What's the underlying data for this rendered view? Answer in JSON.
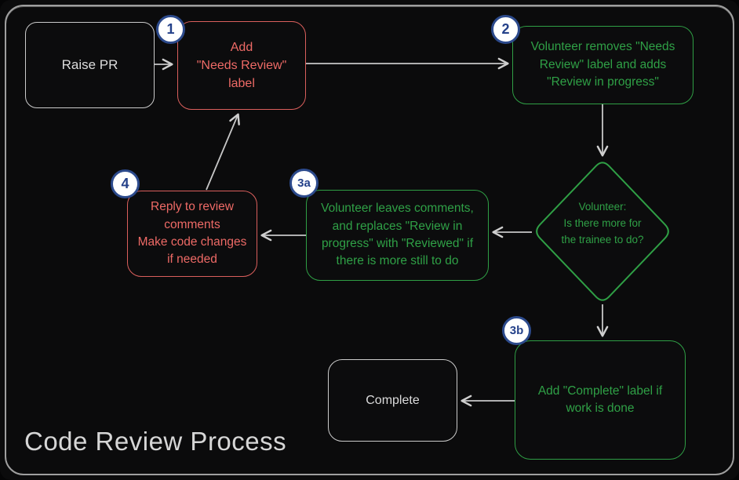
{
  "title": "Code Review Process",
  "colors": {
    "background": "#0b0b0c",
    "frame_stroke": "#9f9f9f",
    "red_accent": "#e0605d",
    "green_accent": "#2f9f45",
    "badge_blue": "#2c4a8c",
    "arrow_gray": "#cfcfcf",
    "neutral_text": "#dcdcdc"
  },
  "nodes": {
    "raise_pr": {
      "label": "Raise PR"
    },
    "add_needs_review": {
      "badge": "1",
      "label": "Add\n\"Needs Review\"\nlabel"
    },
    "volunteer_removes": {
      "badge": "2",
      "label": "Volunteer removes \"Needs\nReview\" label and adds\n\"Review in progress\""
    },
    "decision": {
      "label": "Volunteer:\nIs there more for\nthe trainee to do?"
    },
    "leaves_comments": {
      "badge": "3a",
      "label": "Volunteer leaves comments,\nand replaces \"Review in\nprogress\" with \"Reviewed\" if\nthere is more still to do"
    },
    "reply_comments": {
      "badge": "4",
      "label": "Reply to review\ncomments\nMake code changes\nif needed"
    },
    "add_complete": {
      "badge": "3b",
      "label": "Add \"Complete\" label if\nwork is done"
    },
    "complete": {
      "label": "Complete"
    }
  }
}
